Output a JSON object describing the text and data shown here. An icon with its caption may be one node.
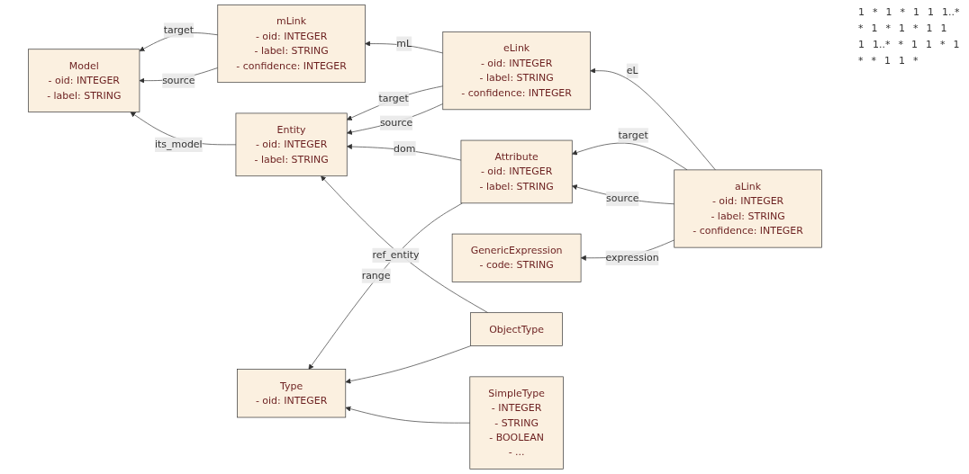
{
  "diagram": {
    "nodes": [
      {
        "text": [
          "Model",
          "- oid: INTEGER",
          "- label: STRING"
        ]
      },
      {
        "text": [
          "mLink",
          "- oid: INTEGER",
          "- label: STRING",
          "- confidence: INTEGER"
        ]
      },
      {
        "text": [
          "Entity",
          "- oid: INTEGER",
          "- label: STRING"
        ]
      },
      {
        "text": [
          "eLink",
          "- oid: INTEGER",
          "- label: STRING",
          "- confidence: INTEGER"
        ]
      },
      {
        "text": [
          "Type",
          "- oid: INTEGER"
        ]
      },
      {
        "text": [
          "Attribute",
          "- oid: INTEGER",
          "- label: STRING"
        ]
      },
      {
        "text": [
          "aLink",
          "- oid: INTEGER",
          "- label: STRING",
          "- confidence: INTEGER"
        ]
      },
      {
        "text": [
          "GenericExpression",
          "- code: STRING"
        ]
      },
      {
        "text": [
          "ObjectType"
        ]
      },
      {
        "text": [
          "SimpleType",
          "- INTEGER",
          "- STRING",
          "- BOOLEAN",
          "- ..."
        ]
      }
    ],
    "edges": [
      {
        "from": 1,
        "to": 0,
        "arrow": "to",
        "label": "target"
      },
      {
        "from": 1,
        "to": 0,
        "arrow": "to",
        "label": "source"
      },
      {
        "from": 2,
        "to": 0,
        "arrow": "to",
        "label": "its_model"
      },
      {
        "from": 3,
        "to": 1,
        "arrow": "to",
        "label": "mL"
      },
      {
        "from": 3,
        "to": 2,
        "arrow": "to",
        "label": "target"
      },
      {
        "from": 3,
        "to": 2,
        "arrow": "to",
        "label": "source"
      },
      {
        "from": 8,
        "to": 2,
        "arrow": "to",
        "label": "ref_entity"
      },
      {
        "from": 5,
        "to": 2,
        "arrow": "to",
        "label": "dom"
      },
      {
        "from": 6,
        "to": 3,
        "arrow": "to",
        "label": "eL"
      },
      {
        "from": 6,
        "to": 5,
        "arrow": "to",
        "label": "target"
      },
      {
        "from": 6,
        "to": 5,
        "arrow": "to",
        "label": "source"
      },
      {
        "from": 5,
        "to": 4,
        "arrow": "to",
        "label": "range"
      },
      {
        "from": 6,
        "to": 7,
        "arrow": "to",
        "label": "expression"
      },
      {
        "from": 8,
        "to": 4,
        "arrow": "to"
      },
      {
        "from": 9,
        "to": 4,
        "arrow": "to"
      }
    ],
    "labels": [
      "1",
      "*",
      "1",
      "*",
      "1",
      "1",
      "1..*",
      "*",
      "1",
      "*",
      "1",
      "*",
      "1",
      "1",
      "1",
      "1..*",
      "*",
      "1",
      "1",
      "*",
      "1",
      "*",
      "*",
      "1",
      "1",
      "*"
    ]
  }
}
